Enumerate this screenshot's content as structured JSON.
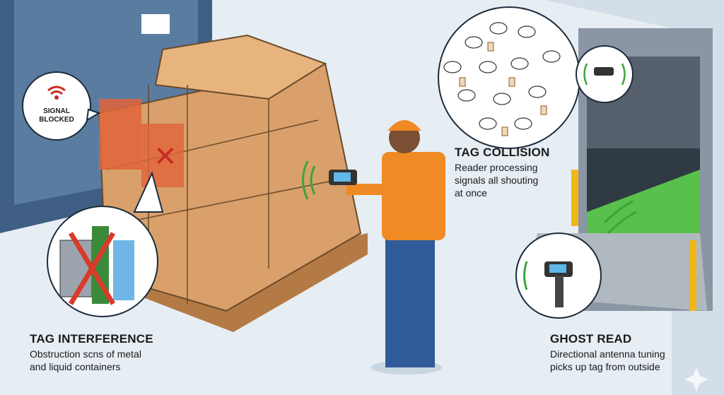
{
  "callout": {
    "signal_blocked": "SIGNAL BLOCKED"
  },
  "sections": {
    "interference": {
      "title": "TAG INTERFERENCE",
      "line1": "Obstruction scns of metal",
      "line2": "and liquid containers"
    },
    "collision": {
      "title": "TAG COLLISION",
      "line1": "Reader processing",
      "line2": "signals all shouting",
      "line3": "at once"
    },
    "ghost": {
      "title": "GHOST READ",
      "line1": "Directional antenna tuning",
      "line2": "picks up tag  from outside"
    }
  },
  "colors": {
    "box": "#d9a06b",
    "wall": "#3e5f83",
    "shirt": "#f08a24",
    "signal": "#3aa63a",
    "alert": "#d93a2b"
  }
}
